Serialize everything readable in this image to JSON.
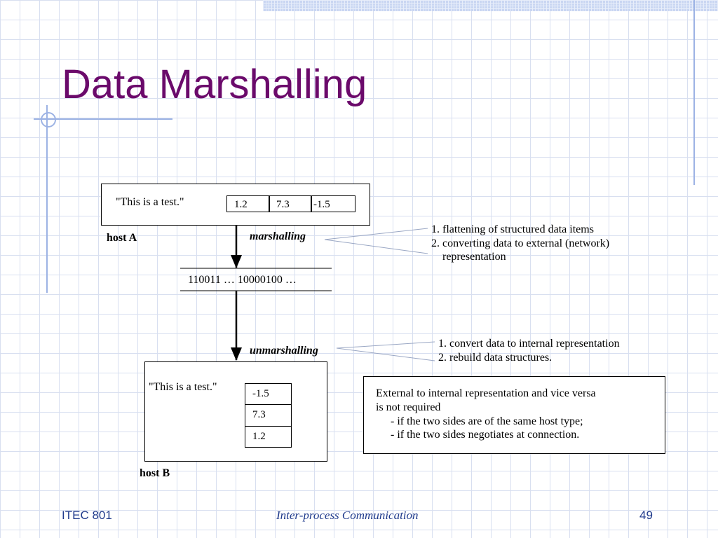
{
  "slide": {
    "title": "Data Marshalling",
    "footer_left": "ITEC 801",
    "footer_center": "Inter-process Communication",
    "page_number": "49"
  },
  "host_a": {
    "label": "host A",
    "string_value": "\"This is a test.\"",
    "values": [
      "1.2",
      "7.3",
      "-1.5"
    ]
  },
  "marshalling": {
    "label": "marshalling",
    "notes": [
      "1. flattening of structured data items",
      "2. converting data to external (network)",
      "representation"
    ]
  },
  "stream": {
    "text": "110011 … 10000100 …"
  },
  "unmarshalling": {
    "label": "unmarshalling",
    "notes": [
      "1. convert data to internal representation",
      "2. rebuild data structures."
    ]
  },
  "host_b": {
    "label": "host B",
    "string_value": "\"This is a test.\"",
    "values": [
      "-1.5",
      "7.3",
      "1.2"
    ]
  },
  "note_box": {
    "lines": [
      "External to internal representation and vice versa",
      "is not required",
      "- if the two sides are of the same host type;",
      "- if the two sides negotiates at connection."
    ]
  },
  "colors": {
    "title": "#6b0a6b",
    "footer": "#1f3a8c",
    "decoration": "#9db3e4"
  }
}
